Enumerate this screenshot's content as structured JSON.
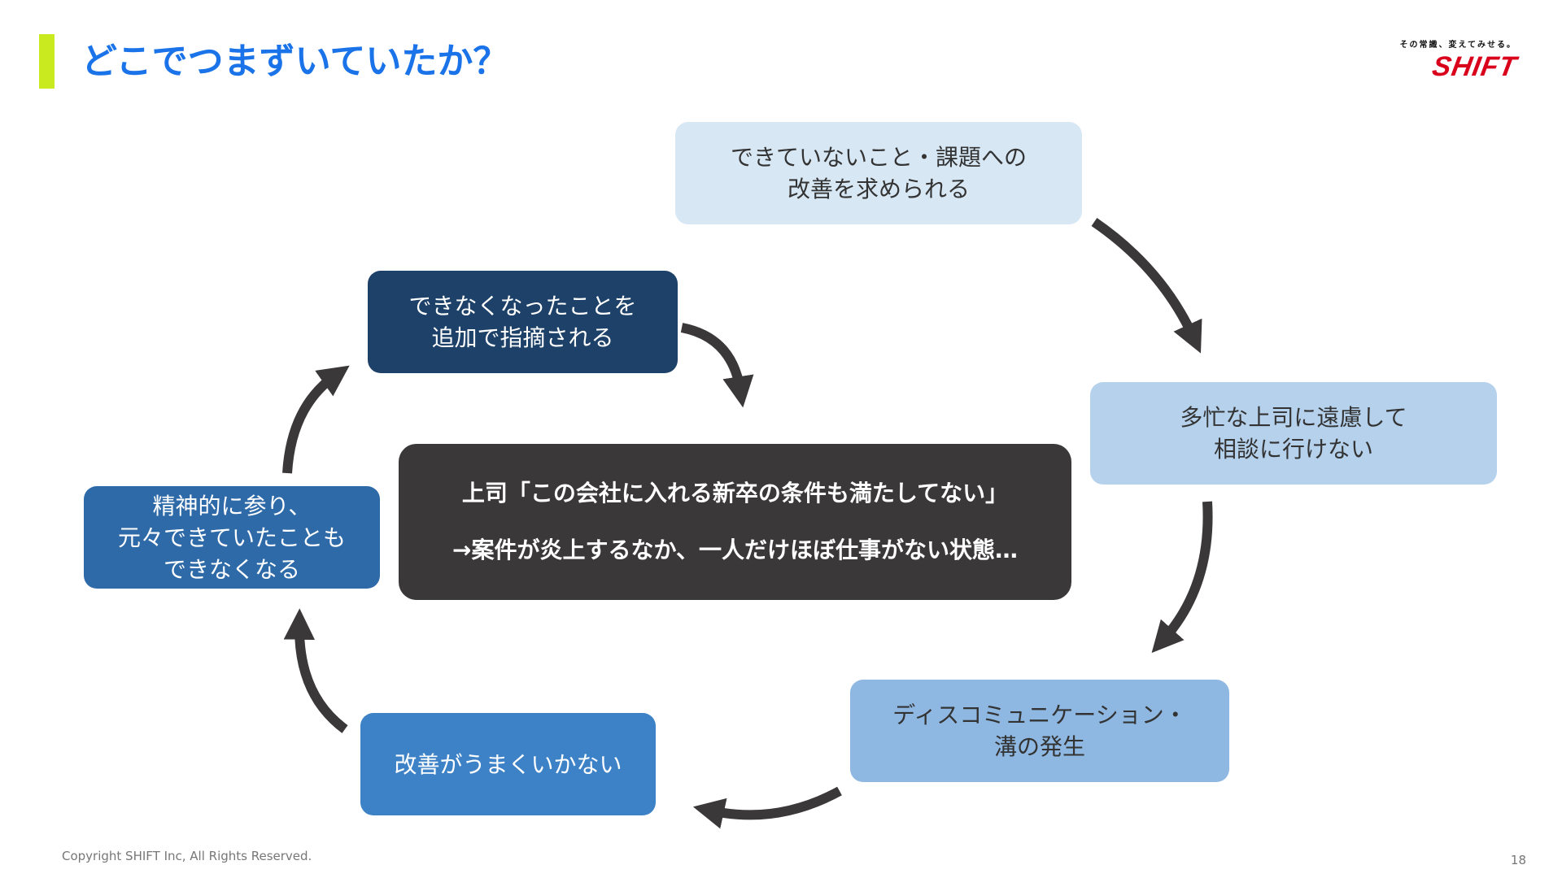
{
  "title": "どこでつまずいていたか？",
  "logo": {
    "tagline": "その常識、変えてみせる。",
    "wordmark": "SHIFT"
  },
  "cycle": [
    {
      "lines": [
        "できていないこと・課題への",
        "改善を求められる"
      ]
    },
    {
      "lines": [
        "多忙な上司に遠慮して",
        "相談に行けない"
      ]
    },
    {
      "lines": [
        "ディスコミュニケーション・",
        "溝の発生"
      ]
    },
    {
      "lines": [
        "改善がうまくいかない"
      ]
    },
    {
      "lines": [
        "精神的に参り、",
        "元々できていたことも",
        "できなくなる"
      ]
    },
    {
      "lines": [
        "できなくなったことを",
        "追加で指摘される"
      ]
    }
  ],
  "center": {
    "line1": "上司「この会社に入れる新卒の条件も満たしてない」",
    "line2": "→案件が炎上するなか、一人だけほぼ仕事がない状態…"
  },
  "footer": {
    "copyright": "Copyright SHIFT Inc, All Rights Reserved.",
    "page_number": "18"
  },
  "colors": {
    "title": "#1a73e8",
    "accent_bar": "#c8ea1e",
    "arrow": "#3b383a",
    "center_box": "#3b383a",
    "logo": "#d9001b"
  }
}
